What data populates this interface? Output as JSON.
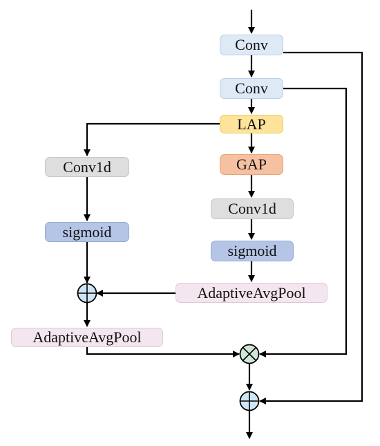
{
  "diagram": {
    "nodes": {
      "conv1": {
        "label": "Conv",
        "fill": "#dde9f5",
        "stroke": "#b9cfe4"
      },
      "conv2": {
        "label": "Conv",
        "fill": "#dde9f5",
        "stroke": "#b9cfe4"
      },
      "lap": {
        "label": "LAP",
        "fill": "#fde49a",
        "stroke": "#ecc96b"
      },
      "gap": {
        "label": "GAP",
        "fill": "#f6c1a0",
        "stroke": "#e7a37c"
      },
      "c1d_r": {
        "label": "Conv1d",
        "fill": "#dedede",
        "stroke": "#c6c6c6"
      },
      "sig_r": {
        "label": "sigmoid",
        "fill": "#b4c5e6",
        "stroke": "#94a9d4"
      },
      "aap_r": {
        "label": "AdaptiveAvgPool",
        "fill": "#f3e6ee",
        "stroke": "#dec9d6"
      },
      "c1d_l": {
        "label": "Conv1d",
        "fill": "#dedede",
        "stroke": "#c6c6c6"
      },
      "sig_l": {
        "label": "sigmoid",
        "fill": "#b4c5e6",
        "stroke": "#94a9d4"
      },
      "aap_l": {
        "label": "AdaptiveAvgPool",
        "fill": "#f3e6ee",
        "stroke": "#dec9d6"
      }
    },
    "operators": {
      "add_left": {
        "symbol": "plus-circle",
        "fill": "#cfe6f6"
      },
      "multiply": {
        "symbol": "times-circle",
        "fill": "#cfe6d8"
      },
      "add_final": {
        "symbol": "plus-circle",
        "fill": "#cfe6f6"
      }
    },
    "line_color": "#000000"
  }
}
